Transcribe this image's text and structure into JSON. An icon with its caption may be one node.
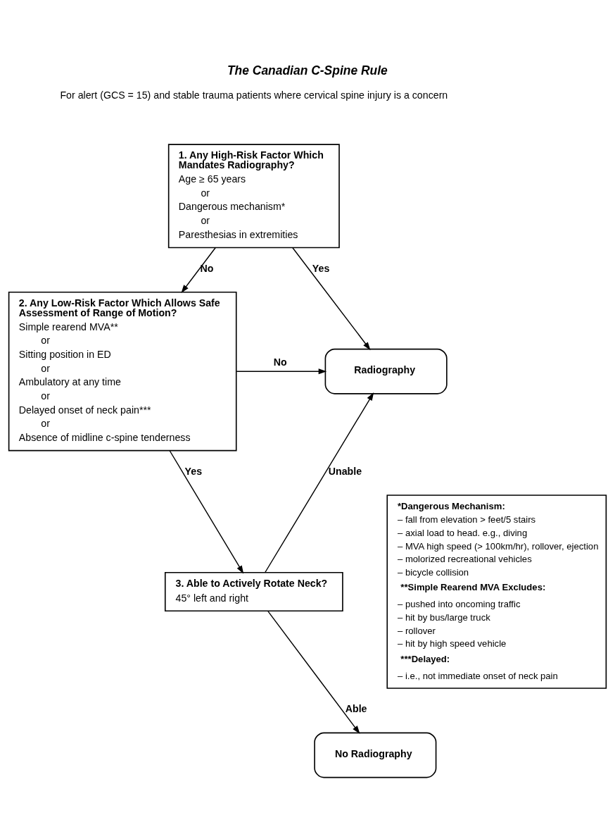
{
  "diagram": {
    "title": "The Canadian C-Spine Rule",
    "nodes": [
      {
        "text": [
          "1. Any High-Risk Factor Which Mandates Radiography?",
          "Age ≥ 65 years",
          "or",
          "Dangerous mechanism*",
          "or",
          "Paresthesias in extremities"
        ]
      },
      {
        "text": [
          "2. Any Low-Risk Factor Which Allows Safe Assessment of Range of Motion?",
          "Simple rearend MVA**",
          "or",
          "Sitting position in ED",
          "or",
          "Ambulatory at any time",
          "or",
          "Delayed onset of neck pain***",
          "or",
          "Absence of midline c-spine tenderness"
        ]
      },
      {
        "text": [
          "3. Able to Actively Rotate Neck?",
          "45° left and right"
        ]
      },
      {
        "text": [
          "Radiography"
        ]
      },
      {
        "text": [
          "No Radiography"
        ]
      },
      {
        "text": [
          "*Dangerous Mechanism:",
          "– fall from elevation > feet/5 stairs",
          "– axial load to head. e.g., diving",
          "– MVA high speed (> 100km/hr), rollover, ejection",
          "– molorized recreational vehicles",
          "– bicycle collision",
          "**Simple Rearend MVA Excludes:",
          "– pushed into oncoming traffic",
          "– hit by bus/large truck",
          "– rollover",
          "– hit by high speed vehicle",
          "***Delayed:",
          "– i.e., not immediate onset of neck pain"
        ]
      }
    ],
    "edges": [
      {
        "from": 0,
        "to": 3,
        "arrow": "to",
        "label": "Yes"
      },
      {
        "from": 0,
        "to": 1,
        "arrow": "to",
        "label": "No"
      },
      {
        "from": 1,
        "to": 3,
        "arrow": "to",
        "label": "No"
      },
      {
        "from": 1,
        "to": 2,
        "arrow": "to",
        "label": "Yes"
      },
      {
        "from": 2,
        "to": 3,
        "arrow": "to",
        "label": "Unable"
      },
      {
        "from": 2,
        "to": 4,
        "arrow": "to",
        "label": "Able"
      }
    ],
    "labels": [
      "For alert (GCS = 15) and stable trauma patients where cervical spine injury is a concern"
    ]
  }
}
